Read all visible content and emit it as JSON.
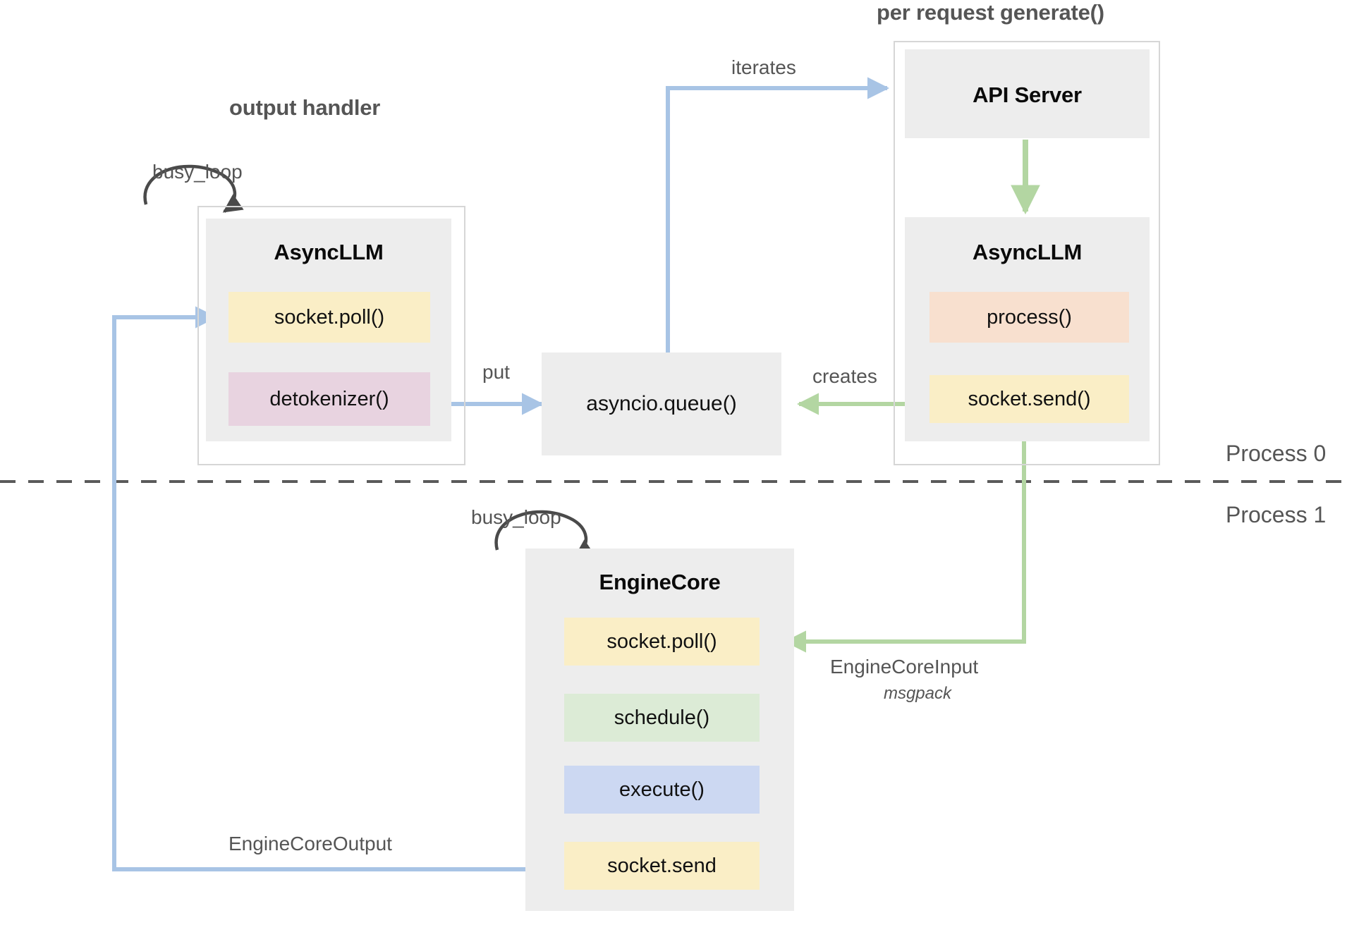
{
  "diagram": {
    "title_labels": {
      "output_handler": "output handler",
      "per_request": "per request generate()"
    },
    "process_labels": {
      "process0": "Process 0",
      "process1": "Process 1"
    },
    "colors": {
      "blue_arrow": "#a8c4e5",
      "green_arrow": "#b3d6a2",
      "dark_arrow": "#444444",
      "panel_bg": "#ededed",
      "frame_border": "#d6d6d6",
      "yellow": "#faeec6",
      "pink": "#e8d3e0",
      "peach": "#f8e0cf",
      "green": "#dcebd6",
      "blue": "#ccd8f2",
      "text_dark": "#111111",
      "text_muted": "#555555"
    },
    "groups": [
      {
        "id": "output-handler-group",
        "label": "output handler"
      },
      {
        "id": "per-request-group",
        "label": "per request generate()"
      }
    ],
    "nodes": [
      {
        "id": "asyncllm-left",
        "title": "AsyncLLM",
        "methods": [
          {
            "label": "socket.poll()",
            "color": "yellow"
          },
          {
            "label": "detokenizer()",
            "color": "pink"
          }
        ]
      },
      {
        "id": "api-server",
        "title": "API Server",
        "methods": []
      },
      {
        "id": "asyncllm-right",
        "title": "AsyncLLM",
        "methods": [
          {
            "label": "process()",
            "color": "peach"
          },
          {
            "label": "socket.send()",
            "color": "yellow"
          }
        ]
      },
      {
        "id": "enginecore",
        "title": "EngineCore",
        "methods": [
          {
            "label": "socket.poll()",
            "color": "yellow"
          },
          {
            "label": "schedule()",
            "color": "green"
          },
          {
            "label": "execute()",
            "color": "blue"
          },
          {
            "label": "socket.send",
            "color": "yellow"
          }
        ]
      },
      {
        "id": "asyncio-queue",
        "title": "asyncio.queue()",
        "methods": []
      }
    ],
    "edges": [
      {
        "id": "busy-loop-left",
        "label": "busy_loop",
        "color": "dark",
        "from": "asyncllm-left",
        "to": "asyncllm-left"
      },
      {
        "id": "busy-loop-enginecore",
        "label": "busy_loop",
        "color": "dark",
        "from": "enginecore",
        "to": "enginecore"
      },
      {
        "id": "iterates",
        "label": "iterates",
        "color": "blue",
        "from": "asyncio-queue",
        "to": "api-server"
      },
      {
        "id": "put",
        "label": "put",
        "color": "blue",
        "from": "detokenizer",
        "to": "asyncio-queue"
      },
      {
        "id": "creates",
        "label": "creates",
        "color": "green",
        "from": "socket.send()",
        "to": "asyncio-queue"
      },
      {
        "id": "api-to-asyncllm",
        "label": "",
        "color": "green",
        "from": "api-server",
        "to": "asyncllm-right"
      },
      {
        "id": "engine-core-input",
        "label": "EngineCoreInput",
        "sublabel": "msgpack",
        "color": "green",
        "from": "socket.send()",
        "to": "enginecore.socket.poll()"
      },
      {
        "id": "engine-core-output",
        "label": "EngineCoreOutput",
        "color": "blue",
        "from": "enginecore.socket.send",
        "to": "asyncllm-left.socket.poll()"
      }
    ],
    "edge_labels": {
      "busy_loop_left": "busy_loop",
      "busy_loop_engine": "busy_loop",
      "iterates": "iterates",
      "put": "put",
      "creates": "creates",
      "engine_core_input": "EngineCoreInput",
      "engine_core_input_sub": "msgpack",
      "engine_core_output": "EngineCoreOutput"
    },
    "node_labels": {
      "asyncllm_left_title": "AsyncLLM",
      "asyncllm_left_m0": "socket.poll()",
      "asyncllm_left_m1": "detokenizer()",
      "api_server_title": "API Server",
      "asyncllm_right_title": "AsyncLLM",
      "asyncllm_right_m0": "process()",
      "asyncllm_right_m1": "socket.send()",
      "asyncio_queue": "asyncio.queue()",
      "enginecore_title": "EngineCore",
      "enginecore_m0": "socket.poll()",
      "enginecore_m1": "schedule()",
      "enginecore_m2": "execute()",
      "enginecore_m3": "socket.send"
    }
  }
}
